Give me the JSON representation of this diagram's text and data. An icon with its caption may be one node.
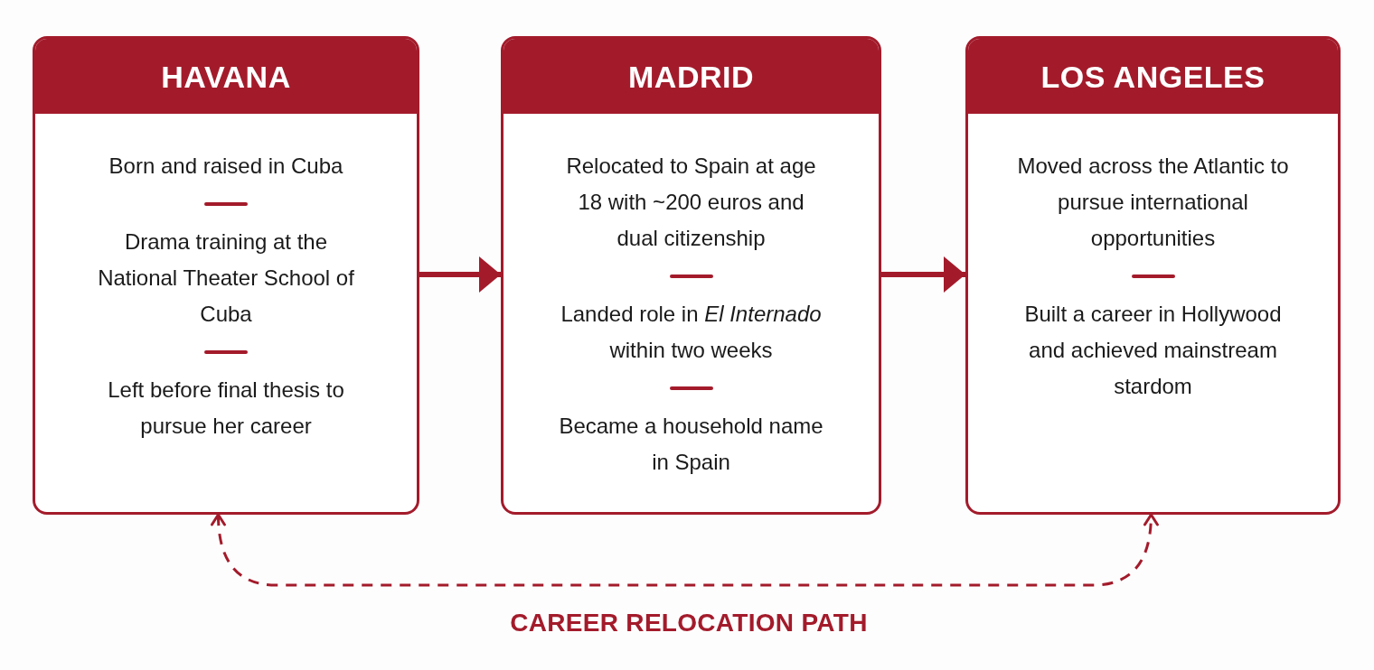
{
  "diagram": {
    "nodes": [
      {
        "text": [
          "HAVANA",
          "Born and raised in Cuba",
          "Drama training at the National Theater School of Cuba",
          "Left before final thesis to pursue her career"
        ]
      },
      {
        "text": [
          "MADRID",
          "Relocated to Spain at age 18 with ~200 euros and dual citizenship",
          "Landed role in *El Internado* within two weeks",
          "Became a household name in Spain"
        ]
      },
      {
        "text": [
          "LOS ANGELES",
          "Moved across the Atlantic to pursue international opportunities",
          "Built a career in Hollywood and achieved mainstream stardom"
        ]
      }
    ],
    "edges": [
      {
        "from": 0,
        "to": 1,
        "arrow": "to"
      },
      {
        "from": 1,
        "to": 2,
        "arrow": "to"
      },
      {
        "from": 0,
        "to": 2,
        "arrow": "both",
        "style": "dashed"
      }
    ],
    "labels": [
      "CAREER RELOCATION PATH"
    ]
  }
}
